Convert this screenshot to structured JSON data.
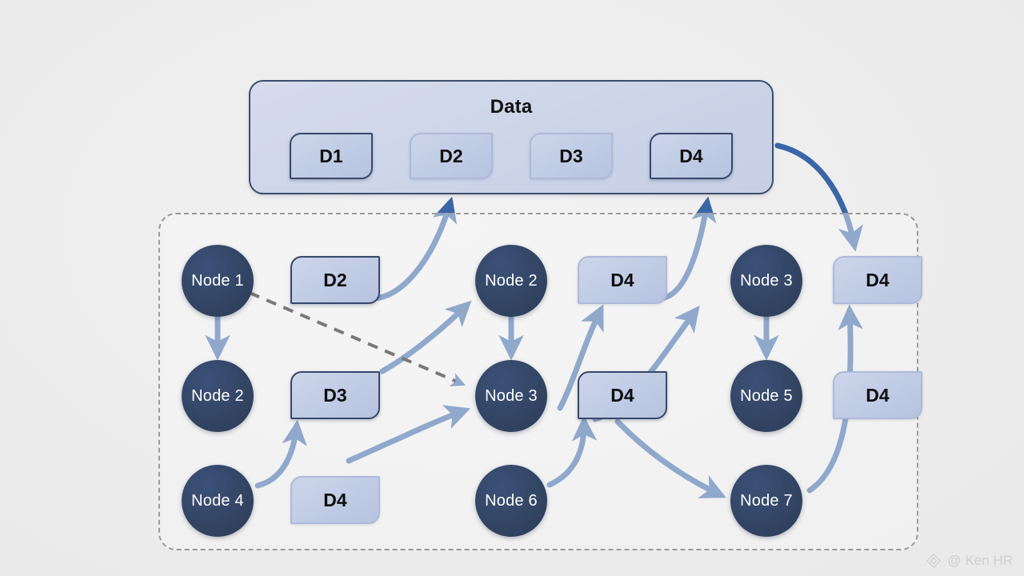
{
  "background_color": "#eeeeee",
  "accent_color": "#3a66a8",
  "node_color": "#334564",
  "dbox_fill": "#c4cee6",
  "dbox_border_dark": "#37486a",
  "dbox_border_light": "#aebad9",
  "dashed_border_color": "#9a9a9a",
  "data_panel": {
    "title": "Data",
    "slots": [
      {
        "label": "D1",
        "style": "dark"
      },
      {
        "label": "D2",
        "style": "light"
      },
      {
        "label": "D3",
        "style": "light"
      },
      {
        "label": "D4",
        "style": "dark"
      }
    ]
  },
  "node_region": {
    "nodes": [
      {
        "id": "n1",
        "label": "Node 1"
      },
      {
        "id": "n2a",
        "label": "Node 2"
      },
      {
        "id": "n4",
        "label": "Node 4"
      },
      {
        "id": "n2b",
        "label": "Node 2"
      },
      {
        "id": "n3a",
        "label": "Node 3"
      },
      {
        "id": "n6",
        "label": "Node 6"
      },
      {
        "id": "n3b",
        "label": "Node 3"
      },
      {
        "id": "n5",
        "label": "Node 5"
      },
      {
        "id": "n7",
        "label": "Node 7"
      }
    ],
    "data_tags": [
      {
        "id": "t-d2",
        "label": "D2",
        "style": "dark"
      },
      {
        "id": "t-d3",
        "label": "D3",
        "style": "dark"
      },
      {
        "id": "t-d4-bl",
        "label": "D4",
        "style": "light"
      },
      {
        "id": "t-d4-mt",
        "label": "D4",
        "style": "light"
      },
      {
        "id": "t-d4-mc",
        "label": "D4",
        "style": "dark"
      },
      {
        "id": "t-d4-rt",
        "label": "D4",
        "style": "light"
      },
      {
        "id": "t-d4-rc",
        "label": "D4",
        "style": "light"
      }
    ]
  },
  "watermark": {
    "handle": "@ Ken HR",
    "icon": "diamond-logo-icon"
  }
}
